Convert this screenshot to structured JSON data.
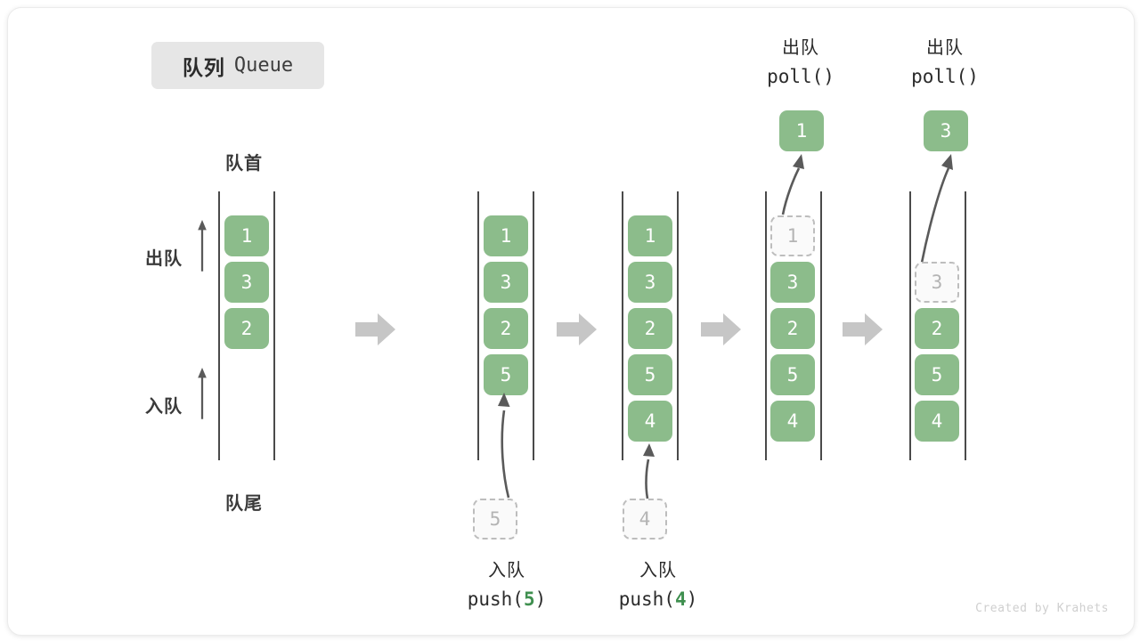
{
  "title": {
    "cn": "队列",
    "en": "Queue"
  },
  "labels": {
    "head": "队首",
    "tail": "队尾",
    "dequeue": "出队",
    "enqueue": "入队"
  },
  "colors": {
    "cell_green": "#8cbc8b",
    "ghost_border": "#bdbdbd",
    "ghost_text": "#b4b4b4",
    "rail": "#4a4a4a",
    "step_arrow": "#c6c6c6",
    "badge_bg": "#e6e6e6",
    "accent_number": "#3f8f4f",
    "watermark": "#cfcfcf"
  },
  "steps": [
    {
      "id": "state-initial",
      "cells": [
        {
          "value": "1",
          "state": "filled"
        },
        {
          "value": "3",
          "state": "filled"
        },
        {
          "value": "2",
          "state": "filled"
        },
        {
          "value": "",
          "state": "empty"
        },
        {
          "value": "",
          "state": "empty"
        }
      ]
    },
    {
      "id": "state-after-push-5",
      "cells": [
        {
          "value": "1",
          "state": "filled"
        },
        {
          "value": "3",
          "state": "filled"
        },
        {
          "value": "2",
          "state": "filled"
        },
        {
          "value": "5",
          "state": "filled"
        },
        {
          "value": "",
          "state": "empty"
        }
      ],
      "incoming": {
        "value": "5",
        "op_cn": "入队",
        "op_code_prefix": "push(",
        "op_code_num": "5",
        "op_code_suffix": ")"
      }
    },
    {
      "id": "state-after-push-4",
      "cells": [
        {
          "value": "1",
          "state": "filled"
        },
        {
          "value": "3",
          "state": "filled"
        },
        {
          "value": "2",
          "state": "filled"
        },
        {
          "value": "5",
          "state": "filled"
        },
        {
          "value": "4",
          "state": "filled"
        }
      ],
      "incoming": {
        "value": "4",
        "op_cn": "入队",
        "op_code_prefix": "push(",
        "op_code_num": "4",
        "op_code_suffix": ")"
      }
    },
    {
      "id": "state-after-poll-1",
      "cells": [
        {
          "value": "1",
          "state": "ghost"
        },
        {
          "value": "3",
          "state": "filled"
        },
        {
          "value": "2",
          "state": "filled"
        },
        {
          "value": "5",
          "state": "filled"
        },
        {
          "value": "4",
          "state": "filled"
        }
      ],
      "outgoing": {
        "value": "1",
        "op_cn": "出队",
        "op_code": "poll()"
      }
    },
    {
      "id": "state-after-poll-3",
      "cells": [
        {
          "value": "",
          "state": "empty"
        },
        {
          "value": "3",
          "state": "ghost"
        },
        {
          "value": "2",
          "state": "filled"
        },
        {
          "value": "5",
          "state": "filled"
        },
        {
          "value": "4",
          "state": "filled"
        }
      ],
      "outgoing": {
        "value": "3",
        "op_cn": "出队",
        "op_code": "poll()"
      }
    }
  ],
  "watermark": "Created by Krahets"
}
